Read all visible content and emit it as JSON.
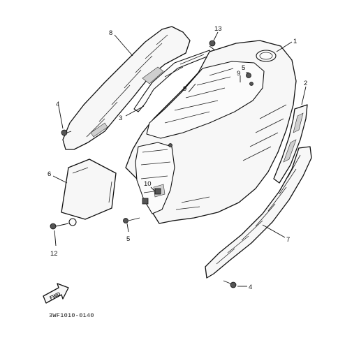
{
  "callouts": [
    {
      "id": "c1",
      "label": "1"
    },
    {
      "id": "c2",
      "label": "2"
    },
    {
      "id": "c3",
      "label": "3"
    },
    {
      "id": "c4a",
      "label": "4"
    },
    {
      "id": "c4b",
      "label": "4"
    },
    {
      "id": "c5a",
      "label": "5"
    },
    {
      "id": "c5b",
      "label": "5"
    },
    {
      "id": "c6",
      "label": "6"
    },
    {
      "id": "c7",
      "label": "7"
    },
    {
      "id": "c8",
      "label": "8"
    },
    {
      "id": "c9a",
      "label": "9"
    },
    {
      "id": "c9b",
      "label": "9"
    },
    {
      "id": "c10",
      "label": "10"
    },
    {
      "id": "c12",
      "label": "12"
    },
    {
      "id": "c13",
      "label": "13"
    }
  ],
  "direction_label": "FWD",
  "diagram_code": "3WF1010-0140"
}
